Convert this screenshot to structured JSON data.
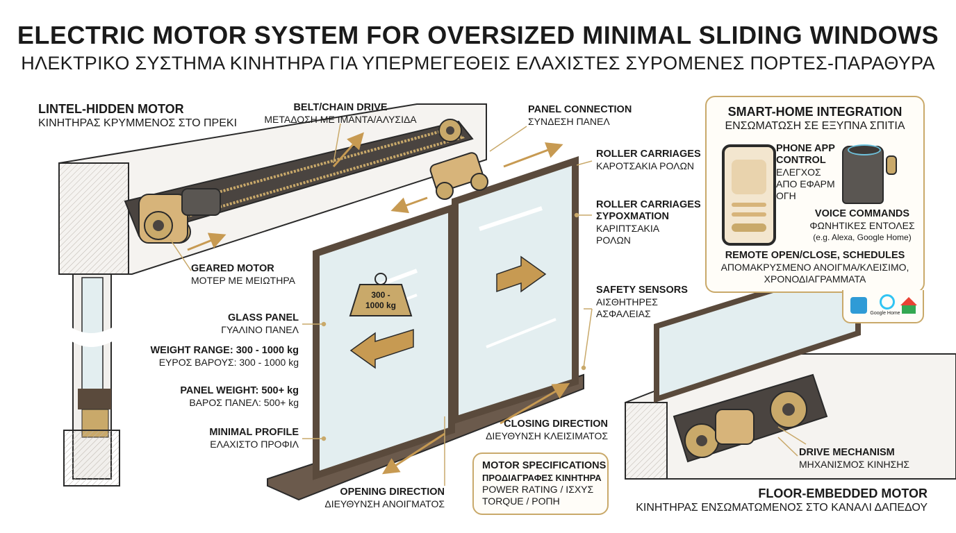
{
  "header": {
    "title": "ELECTRIC MOTOR SYSTEM FOR OVERSIZED MINIMAL SLIDING WINDOWS",
    "subtitle": "ΗΛΕΚΤΡΙΚΟ ΣΥΣΤΗΜΑ ΚΙΝΗΤΗΡΑ ΓΙΑ ΥΠΕΡΜΕΓΕΘΕΙΣ ΕΛΑΧΙΣΤΕΣ ΣΥΡΟΜΕΝΕΣ ΠΟΡΤΕΣ-ΠΑΡΑΘΥΡΑ"
  },
  "labels": {
    "lintel_motor": {
      "en": "LINTEL-HIDDEN MOTOR",
      "gr": "ΚΙΝΗΤΗΡΑΣ ΚΡΥΜΜΕΝΟΣ ΣΤΟ ΠΡΕΚΙ"
    },
    "belt_drive": {
      "en": "BELT/CHAIN DRIVE",
      "gr": "ΜΕΤΑΔΟΣΗ ΜΕ ΙΜΑΝΤΑ/ΑΛΥΣΙΔΑ"
    },
    "panel_connection": {
      "en": "PANEL CONNECTION",
      "gr": "ΣΥΝΔΕΣΗ ΠΑΝΕΛ"
    },
    "roller_carriages_1": {
      "en": "ROLLER CARRIAGES",
      "gr": "ΚΑΡΟΤΣΑΚΙΑ ΡΟΛΩΝ"
    },
    "roller_carriages_2": {
      "en1": "ROLLER CARRIAGES",
      "en2": "ΣΥΡΟΧΜΑΤΙΟΝ",
      "gr1": "ΚΑΡΙΠΤΣΑΚΙΑ",
      "gr2": "ΡΟΛΩΝ"
    },
    "geared_motor": {
      "en": "GEARED MOTOR",
      "gr": "ΜΟΤΕΡ ΜΕ ΜΕΙΩΤΗΡΑ"
    },
    "glass_panel": {
      "en": "GLASS PANEL",
      "gr": "ΓΥΑΛΙΝΟ ΠΑΝΕΛ"
    },
    "weight_range": {
      "en": "WEIGHT RANGE: 300 - 1000 kg",
      "gr": "ΕΥΡΟΣ ΒΑΡΟΥΣ: 300 - 1000 kg"
    },
    "panel_weight": {
      "en": "PANEL WEIGHT: 500+ kg",
      "gr": "ΒΑΡΟΣ ΠΑΝΕΛ: 500+ kg"
    },
    "minimal_profile": {
      "en": "MINIMAL PROFILE",
      "gr": "ΕΛΑΧΙΣΤΟ ΠΡΟΦΙΛ"
    },
    "safety_sensors": {
      "en": "SAFETY SENSORS",
      "gr1": "ΑΙΣΘΗΤΗΡΕΣ",
      "gr2": "ΑΣΦΑΛΕΙΑΣ"
    },
    "closing_direction": {
      "en": "CLOSING DIRECTION",
      "gr": "ΔΙΕΥΘΥΝΣΗ ΚΛΕΙΣΙΜΑΤΟΣ"
    },
    "opening_direction": {
      "en": "OPENING DIRECTION",
      "gr": "ΔΙΕΥΘΥΝΣΗ ΑΝΟΙΓΜΑΤΟΣ"
    },
    "drive_mechanism": {
      "en": "DRIVE MECHANISM",
      "gr": "ΜΗΧΑΝΙΣΜΟΣ ΚΙΝΗΣΗΣ"
    },
    "floor_motor": {
      "en": "FLOOR-EMBEDDED MOTOR",
      "gr": "ΚΙΝΗΤΗΡΑΣ ΕΝΣΩΜΑΤΩΜΕΝΟΣ ΣΤΟ ΚΑΝΑΛΙ ΔΑΠΕΔΟΥ"
    },
    "weight_badge": {
      "line1": "300 -",
      "line2": "1000 kg"
    }
  },
  "motor_specs": {
    "title_en": "MOTOR SPECIFICATIONS",
    "title_gr": "ΠΡΟΔΙΑΓΡΑΦΕΣ ΚΙΝΗΤΗΡΑ",
    "line1": "POWER RATING / ΙΣΧΥΣ",
    "line2": "TORQUE / ΡΟΠΗ"
  },
  "smart_home": {
    "title_en": "SMART-HOME INTEGRATION",
    "title_gr": "ΕΝΣΩΜΑΤΩΣΗ ΣΕ ΕΞΥΠΝΑ ΣΠΙΤΙΑ",
    "phone_en1": "PHONE APP",
    "phone_en2": "CONTROL",
    "phone_gr1": "ΕΛΕΓΧΟΣ",
    "phone_gr2": "ΑΠΟ ΕΦΑΡΜ",
    "phone_gr3": "ΟΓΗ",
    "voice_en": "VOICE COMMANDS",
    "voice_gr": "ΦΩΝΗΤΙΚΕΣ ΕΝΤΟΛΕΣ",
    "voice_eg": "(e.g. Alexa, Google Home)",
    "remote_en": "REMOTE OPEN/CLOSE, SCHEDULES",
    "remote_gr1": "ΑΠΟΜΑΚΡΥΣΜΕΝΟ ΑΝΟΙΓΜΑ/ΚΛΕΙΣΙΜΟ,",
    "remote_gr2": "ΧΡΟΝΟΔΙΑΓΡΑΜΜΑΤΑ",
    "google_home_text": "Google Home"
  },
  "colors": {
    "gold": "#c9a96a",
    "bronze": "#5a4a3c",
    "arrow": "#c79a52",
    "glass": "#e3eef0"
  }
}
